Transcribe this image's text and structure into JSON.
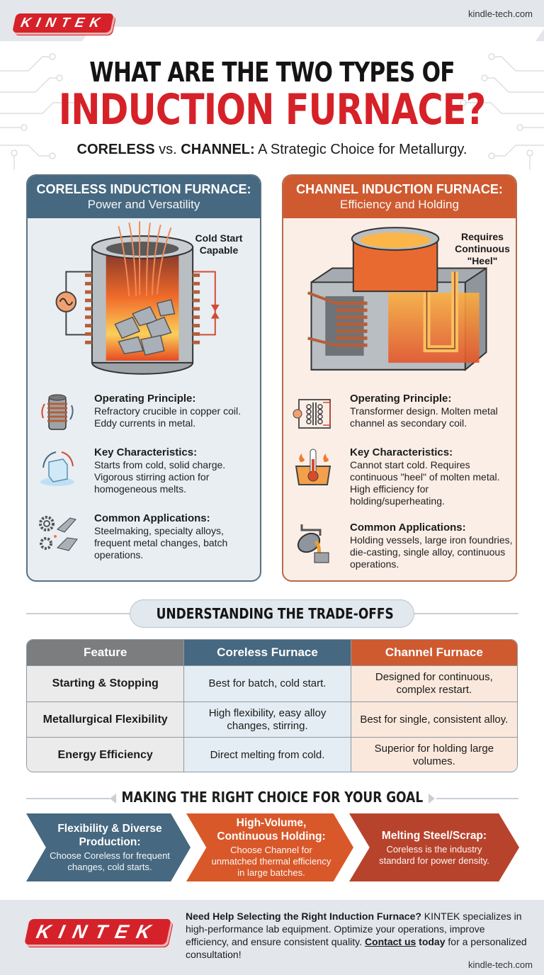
{
  "header": {
    "logo_text": "KINTEK",
    "site": "kindle-tech.com",
    "title_line1": "WHAT ARE THE TWO TYPES OF",
    "title_line2": "INDUCTION FURNACE?",
    "subtitle_bold1": "CORELESS",
    "subtitle_vs": " vs. ",
    "subtitle_bold2": "CHANNEL:",
    "subtitle_rest": " A Strategic Choice for Metallurgy."
  },
  "colors": {
    "brand_red": "#d62128",
    "coreless_blue": "#466880",
    "channel_orange": "#cf5a30",
    "melting_red": "#b8432c"
  },
  "coreless": {
    "title": "CORELESS INDUCTION FURNACE:",
    "subtitle": "Power and Versatility",
    "callout": "Cold Start Capable",
    "illustration": "coreless-furnace-crucible-coil-illustration",
    "features": [
      {
        "icon": "coil-crucible-icon",
        "title": "Operating Principle:",
        "body": "Refractory crucible in copper coil. Eddy currents in metal."
      },
      {
        "icon": "ice-cube-melting-icon",
        "title": "Key Characteristics:",
        "body": "Starts from cold, solid charge. Vigorous stirring action for homogeneous melts."
      },
      {
        "icon": "gears-ingots-icon",
        "title": "Common Applications:",
        "body": "Steelmaking, specialty alloys, frequent metal changes, batch operations."
      }
    ]
  },
  "channel": {
    "title": "CHANNEL INDUCTION FURNACE:",
    "subtitle": "Efficiency and Holding",
    "callout": "Requires Continuous \"Heel\"",
    "illustration": "channel-furnace-transformer-illustration",
    "features": [
      {
        "icon": "transformer-icon",
        "title": "Operating Principle:",
        "body": "Transformer design. Molten metal channel as secondary coil."
      },
      {
        "icon": "thermometer-molten-bath-icon",
        "title": "Key Characteristics:",
        "body": "Cannot start cold. Requires continuous \"heel\" of molten metal. High efficiency for holding/superheating."
      },
      {
        "icon": "ladle-pouring-icon",
        "title": "Common Applications:",
        "body": "Holding vessels, large iron foundries, die-casting, single alloy, continuous operations."
      }
    ]
  },
  "tradeoffs": {
    "heading": "UNDERSTANDING THE TRADE-OFFS",
    "icon": "gear-icon",
    "columns": [
      "Feature",
      "Coreless Furnace",
      "Channel Furnace"
    ],
    "rows": [
      [
        "Starting & Stopping",
        "Best for batch, cold start.",
        "Designed for continuous, complex restart."
      ],
      [
        "Metallurgical Flexibility",
        "High flexibility, easy alloy changes, stirring.",
        "Best for single, consistent alloy."
      ],
      [
        "Energy Efficiency",
        "Direct melting from cold.",
        "Superior for holding large volumes."
      ]
    ]
  },
  "choice": {
    "heading": "MAKING THE RIGHT CHOICE FOR YOUR GOAL",
    "items": [
      {
        "title": "Flexibility & Diverse Production:",
        "body": "Choose Coreless for frequent changes, cold starts.",
        "color": "#466880"
      },
      {
        "title": "High-Volume, Continuous Holding:",
        "body": "Choose Channel for unmatched thermal efficiency in large batches.",
        "color": "#d9582a"
      },
      {
        "title": "Melting Steel/Scrap:",
        "body": "Coreless is the industry standard for power density.",
        "color": "#b8432c"
      }
    ]
  },
  "footer": {
    "logo_text": "KINTEK",
    "lead_bold": "Need Help Selecting the Right Induction Furnace?",
    "lead_rest": " KINTEK specializes in high-performance lab equipment. Optimize your operations, improve efficiency, and ensure consistent quality. ",
    "contact_link": "Contact us",
    "today_bold": " today",
    "tail": " for a personalized consultation!",
    "site": "kindle-tech.com"
  }
}
